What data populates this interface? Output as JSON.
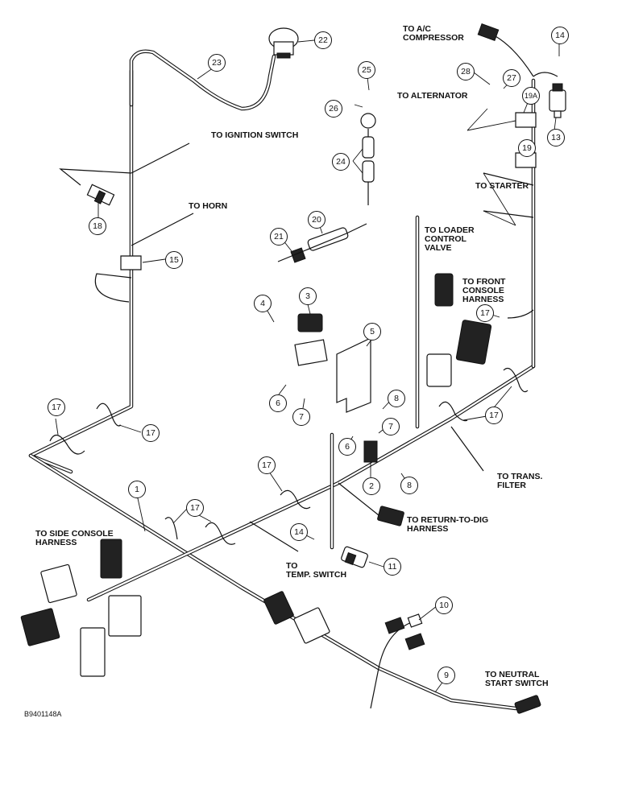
{
  "labels": {
    "ac_compressor": "TO A/C\nCOMPRESSOR",
    "alternator": "TO ALTERNATOR",
    "ignition_switch": "TO IGNITION SWITCH",
    "horn": "TO HORN",
    "starter": "TO STARTER",
    "loader_valve": "TO LOADER\nCONTROL\nVALVE",
    "front_console": "TO FRONT\nCONSOLE\nHARNESS",
    "trans_filter": "TO TRANS.\nFILTER",
    "return_to_dig": "TO RETURN-TO-DIG\nHARNESS",
    "side_console": "TO SIDE CONSOLE\nHARNESS",
    "temp_switch": "TO\nTEMP. SWITCH",
    "neutral_start": "TO NEUTRAL\nSTART SWITCH"
  },
  "callouts": {
    "c22": "22",
    "c23": "23",
    "c14a": "14",
    "c28": "28",
    "c27": "27",
    "c19a": "19A",
    "c13": "13",
    "c19": "19",
    "c25": "25",
    "c26": "26",
    "c24": "24",
    "c18": "18",
    "c20": "20",
    "c21": "21",
    "c15": "15",
    "c17a": "17",
    "c3": "3",
    "c4": "4",
    "c5": "5",
    "c6a": "6",
    "c7a": "7",
    "c8a": "8",
    "c7b": "7",
    "c6b": "6",
    "c17b": "17",
    "c17c": "17",
    "c17d": "17",
    "c17e": "17",
    "c2": "2",
    "c8b": "8",
    "c1": "1",
    "c17f": "17",
    "c14b": "14",
    "c11": "11",
    "c10": "10",
    "c9": "9"
  },
  "figure_code": "B9401148A"
}
